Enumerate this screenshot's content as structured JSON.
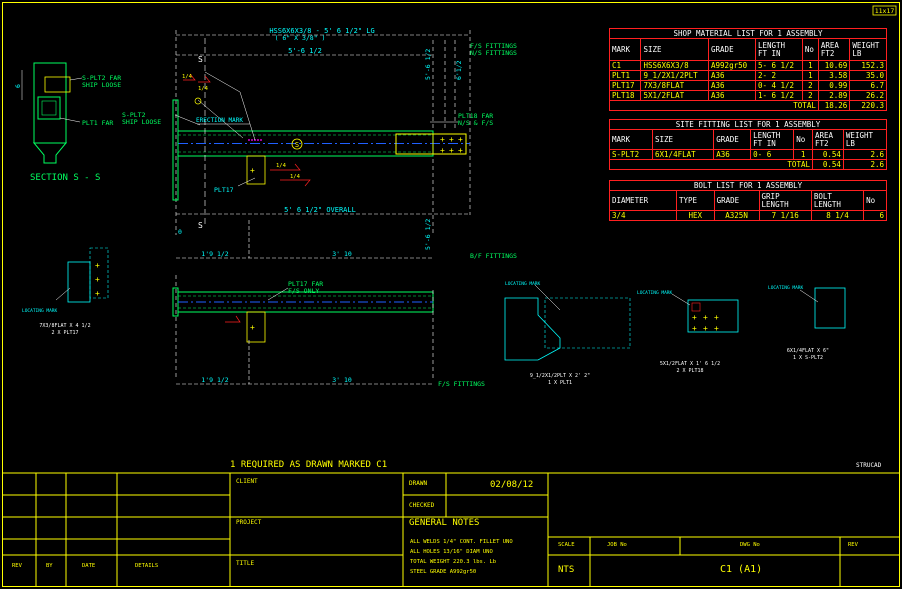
{
  "sheet_size": "11x17",
  "top_member": {
    "length_label": "HSS6X6X3/8 - 5' 6 1/2\" LG",
    "size_note": "( 6\" X 3/8\" )",
    "dim_top": "5'-6 1/2",
    "dim_overall": "5' 6 1/2\" OVERALL",
    "right_dims": [
      "5'-6 1/2",
      "6'1/2"
    ],
    "mark_s_top": "S",
    "mark_s_bottom": "S",
    "circle_s": "S",
    "erection_mark": "ERECTION MARK",
    "plt2_label": "S-PLT2\nSHIP LOOSE",
    "plt1_far": "PLT1 FAR",
    "plt18_far": "PLT18 FAR\nN/S & F/S",
    "plt17": "PLT17",
    "fs_fittings_top": "F/S FITTINGS\nN/S FITTINGS",
    "bf_fittings": "B/F FITTINGS",
    "bottom_dims": [
      "1'9 1/2",
      "3' 10"
    ],
    "zero": "0",
    "weld_sym": "1/4"
  },
  "bottom_member": {
    "plt17_far": "PLT17 FAR\nF/S ONLY",
    "fs_fittings": "F/S FITTINGS",
    "dims": [
      "1'9 1/2",
      "3' 10"
    ]
  },
  "section_view": {
    "label": "SECTION S - S",
    "splt2_far": "S-PLT2 FAR\nSHIP LOOSE",
    "plt1_far": "PLT1 FAR",
    "dim": "6"
  },
  "detail_views": [
    {
      "locating": "LOCATING MARK",
      "caption": "7X3/8FLAT X 4 1/2\n2 X PLT17"
    },
    {
      "locating": "LOCATING MARK",
      "caption": "9_1/2X1/2PLT X 2' 2\"\n1 X PLT1"
    },
    {
      "locating": "LOCATING MARK",
      "caption": "5X1/2FLAT X 1' 6 1/2\n2 X PLT18"
    },
    {
      "locating": "LOCATING MARK",
      "caption": "6X1/4FLAT X 6\"\n1 X S-PLT2"
    }
  ],
  "shop_material": {
    "title": "SHOP MATERIAL LIST FOR 1 ASSEMBLY",
    "headers": [
      "MARK",
      "SIZE",
      "GRADE",
      "LENGTH\nFT IN",
      "No",
      "AREA\nFT2",
      "WEIGHT\nLB"
    ],
    "rows": [
      [
        "C1",
        "HSS6X6X3/8",
        "A992gr50",
        "5- 6 1/2",
        "1",
        "10.69",
        "152.3"
      ],
      [
        "PLT1",
        "9_1/2X1/2PLT",
        "A36",
        "2- 2",
        "1",
        "3.58",
        "35.0"
      ],
      [
        "PLT17",
        "7X3/8FLAT",
        "A36",
        "0- 4 1/2",
        "2",
        "0.99",
        "6.7"
      ],
      [
        "PLT18",
        "5X1/2FLAT",
        "A36",
        "1- 6 1/2",
        "2",
        "2.89",
        "26.2"
      ]
    ],
    "total_label": "TOTAL",
    "total_area": "18.26",
    "total_weight": "220.3"
  },
  "site_fitting": {
    "title": "SITE FITTING LIST FOR 1 ASSEMBLY",
    "headers": [
      "MARK",
      "SIZE",
      "GRADE",
      "LENGTH\nFT IN",
      "No",
      "AREA\nFT2",
      "WEIGHT\nLB"
    ],
    "rows": [
      [
        "S-PLT2",
        "6X1/4FLAT",
        "A36",
        "0- 6",
        "1",
        "0.54",
        "2.6"
      ]
    ],
    "total_label": "TOTAL",
    "total_area": "0.54",
    "total_weight": "2.6"
  },
  "bolt_list": {
    "title": "BOLT LIST FOR 1 ASSEMBLY",
    "headers": [
      "DIAMETER",
      "TYPE",
      "GRADE",
      "GRIP\nLENGTH",
      "BOLT\nLENGTH",
      "No"
    ],
    "rows": [
      [
        "3/4",
        "HEX",
        "A325N",
        "7 1/16",
        "8 1/4",
        "6"
      ]
    ]
  },
  "title_block": {
    "required_note": "1 REQUIRED AS DRAWN MARKED C1",
    "strucad": "STRUCAD",
    "client": "CLIENT",
    "project": "PROJECT",
    "title": "TITLE",
    "drawn": "DRAWN",
    "checked": "CHECKED",
    "date_value": "02/08/12",
    "general_notes": "GENERAL NOTES",
    "notes": [
      "ALL WELDS 1/4\" CONT. FILLET UNO",
      "ALL HOLES 13/16\" DIAM UNO",
      "TOTAL WEIGHT 220.3 lbs. Lb",
      "STEEL GRADE A992gr50"
    ],
    "scale": "SCALE",
    "scale_value": "NTS",
    "job_no": "JOB No",
    "dwg_no": "DWG No",
    "dwg_value": "C1 (A1)",
    "rev": "REV",
    "rev_col": "REV",
    "by_col": "BY",
    "date_col": "DATE",
    "details_col": "DETAILS"
  }
}
